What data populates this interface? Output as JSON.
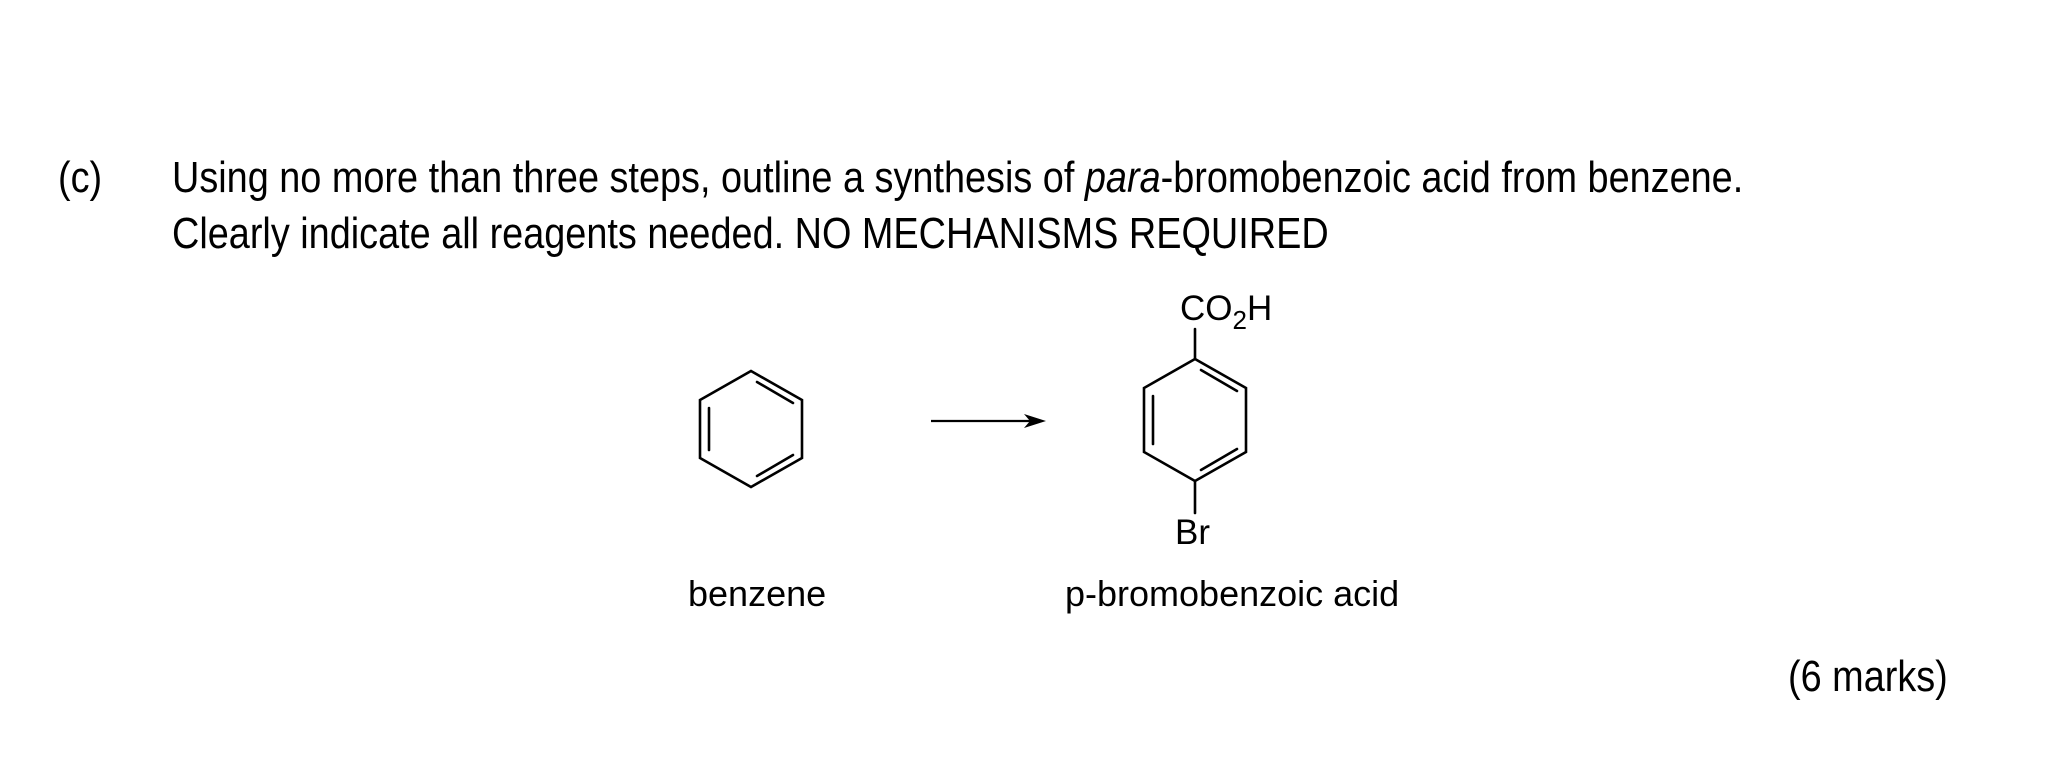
{
  "question": {
    "label": "(c)",
    "line1_before": "Using no more than three steps, outline a synthesis of ",
    "line1_italic": "para",
    "line1_after": "-bromobenzoic acid from benzene.",
    "line2": "Clearly indicate all reagents needed. NO MECHANISMS REQUIRED",
    "marks": "(6 marks)"
  },
  "scheme": {
    "start_name": "benzene",
    "product_name": "p-bromobenzoic acid",
    "product_top_group": {
      "main": "CO",
      "subscript": "2",
      "tail": "H"
    },
    "product_bottom_group": "Br"
  }
}
